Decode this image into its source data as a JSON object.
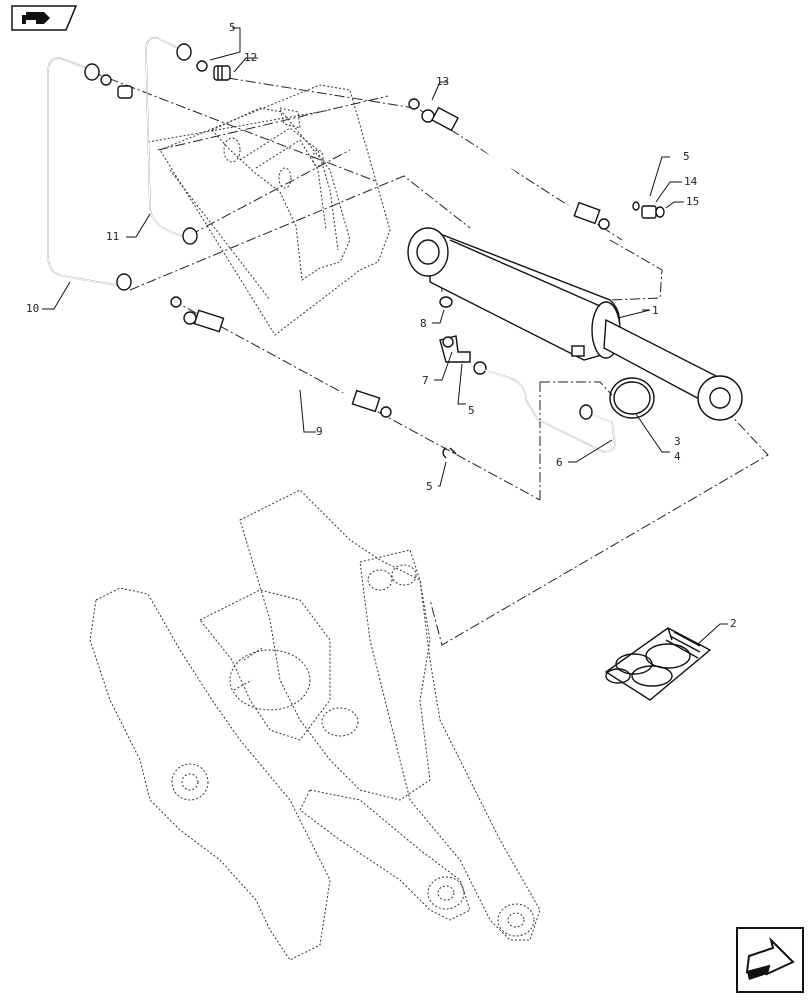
{
  "navigation": {
    "top_button_icon": "forward-arrow-icon",
    "bottom_button_icon": "next-page-arrow-icon"
  },
  "callouts": {
    "c1": "1",
    "c2": "2",
    "c3": "3",
    "c4": "4",
    "c5a": "5",
    "c5b": "5",
    "c5c": "5",
    "c5d": "5",
    "c6": "6",
    "c7": "7",
    "c8": "8",
    "c9": "9",
    "c10": "10",
    "c11": "11",
    "c12": "12",
    "c13": "13",
    "c14": "14",
    "c15": "15"
  },
  "colors": {
    "line": "#111111",
    "background": "#ffffff"
  }
}
